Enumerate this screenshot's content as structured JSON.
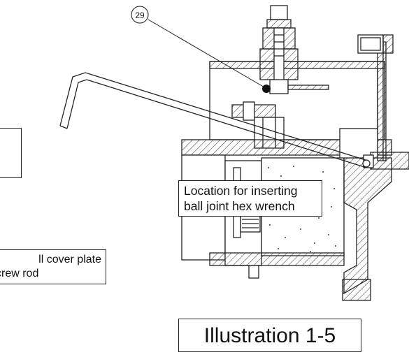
{
  "part_number": "29",
  "callouts": {
    "wrench_line1": "Location for inserting",
    "wrench_line2": "ball joint hex wrench",
    "cover_line1": "ll cover plate",
    "cover_line2": "crew rod"
  },
  "illustration_label": "Illustration 1-5",
  "colors": {
    "line": "#222222",
    "background": "#ffffff"
  }
}
